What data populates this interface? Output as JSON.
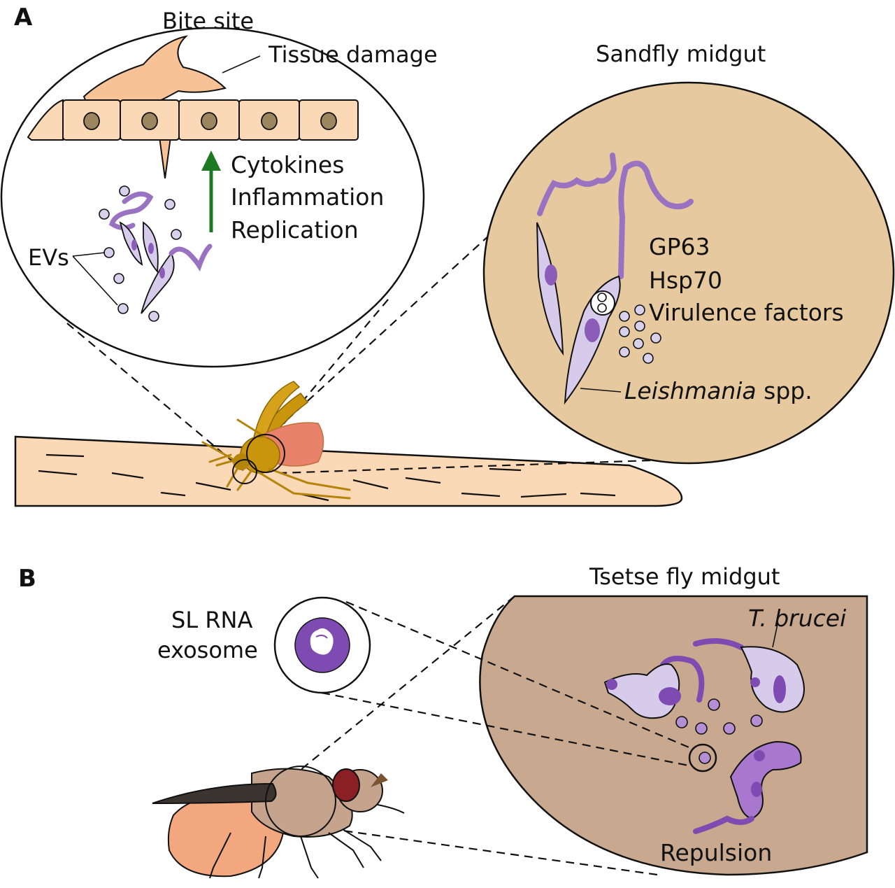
{
  "panel_a": {
    "letter": "A",
    "bite_site": {
      "title": "Bite site",
      "tissue_damage": "Tissue damage",
      "effects": [
        "Cytokines",
        "Inflammation",
        "Replication"
      ],
      "evs_label": "EVs"
    },
    "sandfly_midgut": {
      "title": "Sandfly midgut",
      "factors": [
        "GP63",
        "Hsp70",
        "Virulence factors"
      ],
      "parasite_genus": "Leishmania",
      "parasite_suffix": " spp."
    }
  },
  "panel_b": {
    "letter": "B",
    "exosome_label": [
      "SL RNA",
      "exosome"
    ],
    "tsetse_midgut": {
      "title": "Tsetse fly midgut",
      "parasite": "T. brucei",
      "outcome": "Repulsion"
    }
  },
  "colors": {
    "skin": "#fbd8b6",
    "sandfly_gut": "#e7c9a0",
    "tsetse_gut": "#c8a88e",
    "parasite": "#d6cbea",
    "nucleus": "#8b5cb8",
    "flagellum": "#9a72c2",
    "arrow": "#1e7a22"
  }
}
